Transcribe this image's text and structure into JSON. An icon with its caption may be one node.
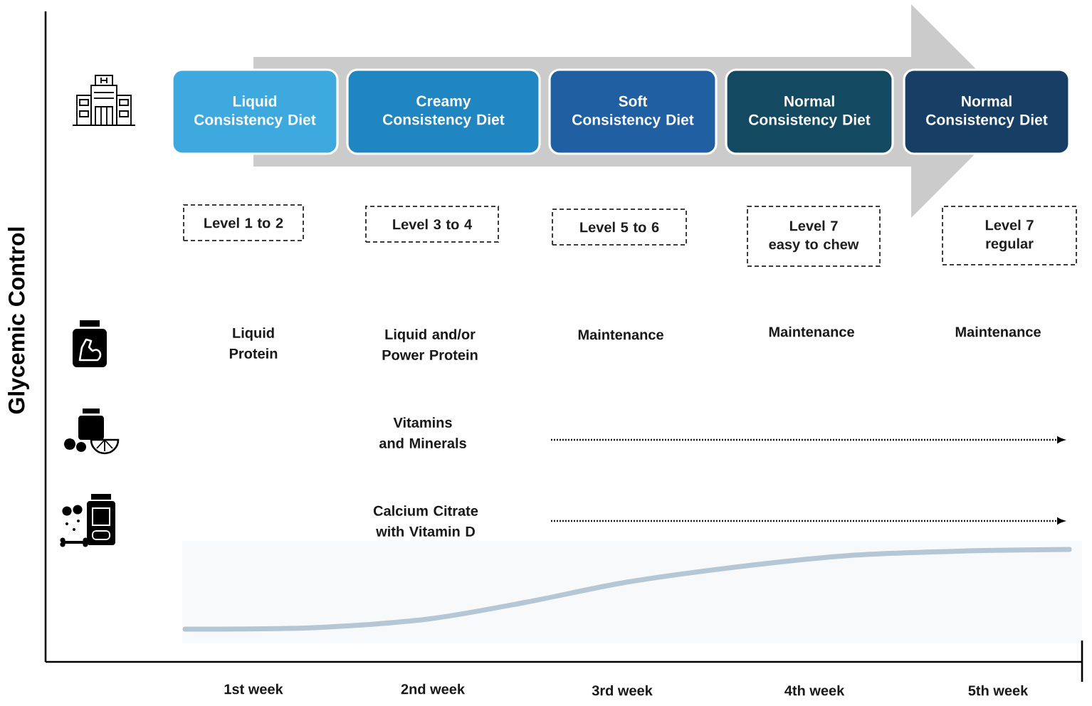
{
  "diagram": {
    "nodes": [
      {
        "text": [
          "Liquid Consistency Diet"
        ]
      },
      {
        "text": [
          "Creamy Consistency Diet"
        ]
      },
      {
        "text": [
          "Soft Consistency Diet"
        ]
      },
      {
        "text": [
          "Normal Consistency Diet"
        ]
      },
      {
        "text": [
          "Normal Consistency Diet"
        ]
      },
      {
        "text": [
          "Level 1 to 2"
        ]
      },
      {
        "text": [
          "Level 3 to 4"
        ]
      },
      {
        "text": [
          "Level 5 to 6"
        ]
      },
      {
        "text": [
          "Level 7 easy to chew"
        ]
      },
      {
        "text": [
          "Level 7 regular"
        ]
      },
      {
        "text": [
          "Vitamins and Minerals"
        ]
      },
      {
        "text": [
          "Calcium Citrate with Vitamin D"
        ]
      }
    ],
    "labels": [
      "Glycemic Control",
      "Liquid Protein",
      "Liquid and/or Power Protein",
      "Maintenance",
      "Maintenance",
      "Maintenance",
      "1st week",
      "2nd week",
      "3rd week",
      "4th week",
      "5th week"
    ]
  }
}
